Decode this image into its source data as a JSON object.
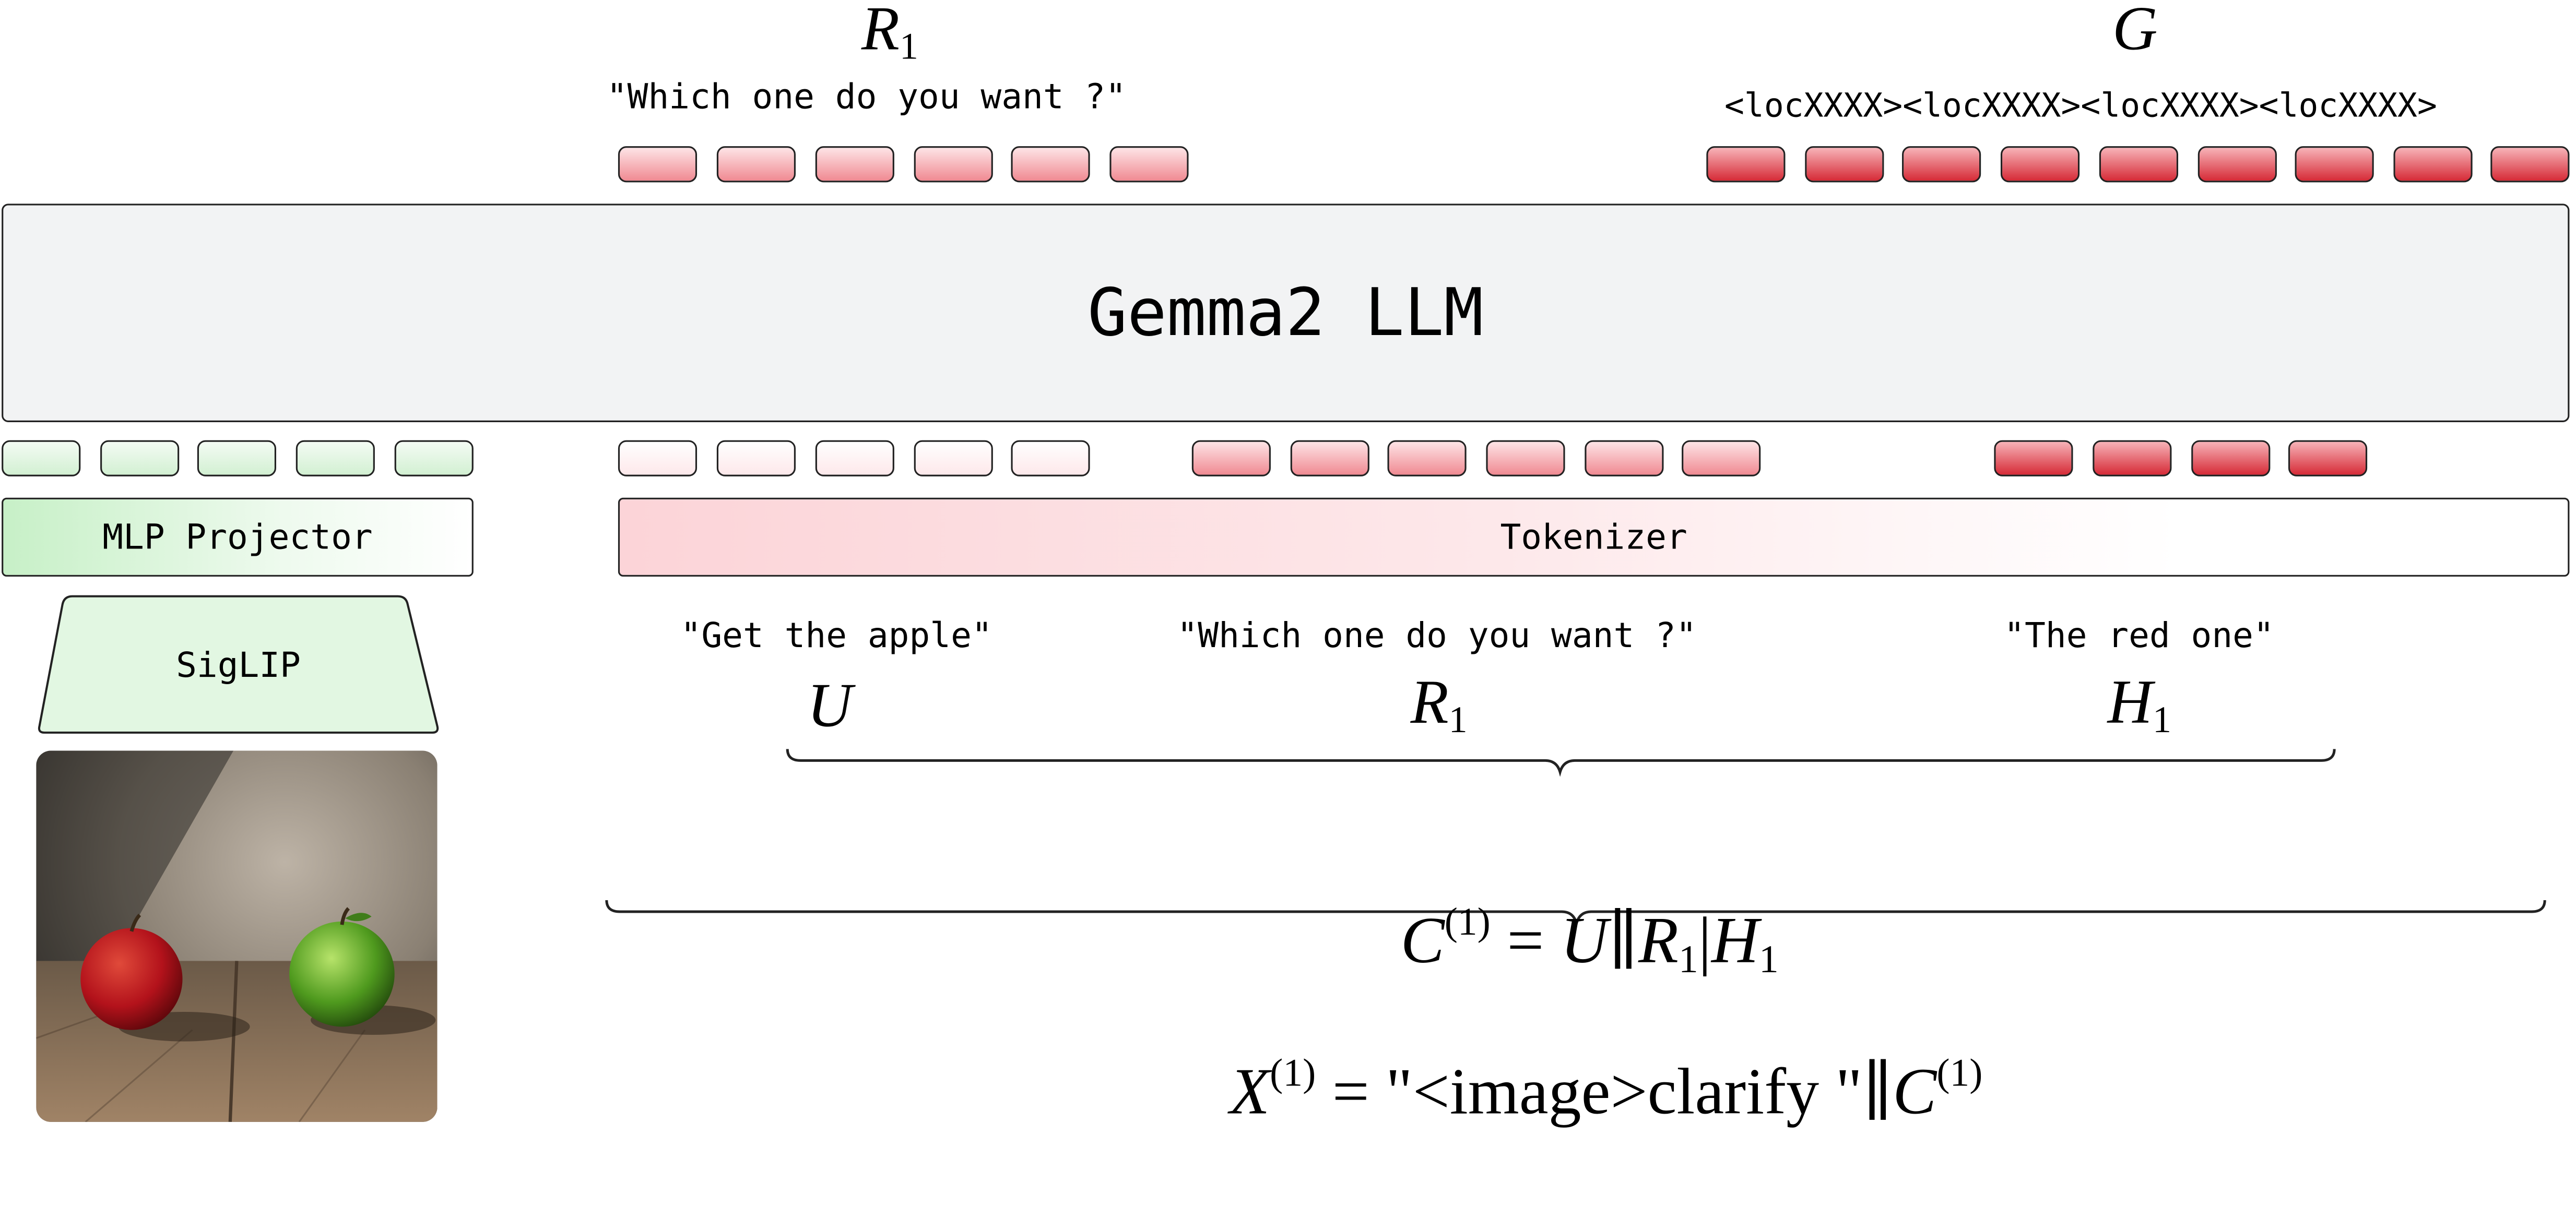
{
  "output_labels": {
    "r1_symbol": "R",
    "r1_subscript": "1",
    "r1_text": "\"Which one do you want ?\"",
    "g_symbol": "G",
    "g_text": "<locXXXX><locXXXX><locXXXX><locXXXX>"
  },
  "llm": {
    "label": "Gemma2 LLM"
  },
  "mlp": {
    "label": "MLP Projector"
  },
  "tokenizer": {
    "label": "Tokenizer"
  },
  "siglip": {
    "label": "SigLIP"
  },
  "inputs": {
    "u_text": "\"Get the apple\"",
    "u_symbol": "U",
    "r1_text": "\"Which one do you want ?\"",
    "r1_symbol": "R",
    "r1_subscript": "1",
    "h1_text": "\"The red one\"",
    "h1_symbol": "H",
    "h1_subscript": "1"
  },
  "equations": {
    "c1": {
      "lhs": "C",
      "lhs_sup": "(1)",
      "eq": " = ",
      "u": "U",
      "sep1": "∥",
      "r": "R",
      "r_sub": "1",
      "sep2": "|",
      "h": "H",
      "h_sub": "1"
    },
    "x1": {
      "lhs": "X",
      "lhs_sup": "(1)",
      "eq": " = ",
      "text": "\"<image>clarify \"",
      "sep": "∥",
      "c": "C",
      "c_sup": "(1)"
    }
  },
  "image": {
    "icon": "apples-photo",
    "colors": {
      "red_apple": "#b3121b",
      "green_apple": "#4f9a1e",
      "table": "#8a6a4a",
      "wall": "#a89c8c"
    }
  },
  "colors": {
    "llm_fill": "#f2f3f4",
    "green_token": "#d2f0d2",
    "pink_token": "#f08a92",
    "red_token": "#d62b37"
  }
}
